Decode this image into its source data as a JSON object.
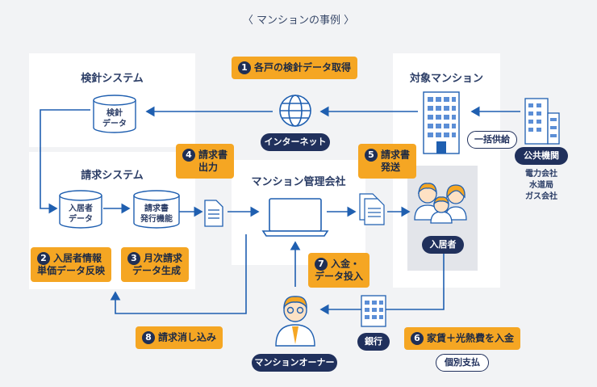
{
  "page_title": "〈 マンションの事例 〉",
  "systems": {
    "kenshin": {
      "title": "検針システム",
      "db_line1": "検針",
      "db_line2": "データ"
    },
    "seikyu": {
      "title": "請求システム",
      "db1_line1": "入居者",
      "db1_line2": "データ",
      "db2_line1": "請求書",
      "db2_line2": "発行機能"
    },
    "kanri": {
      "title": "マンション管理会社"
    },
    "taisho": {
      "title": "対象マンション"
    }
  },
  "internet_label": "インターネット",
  "resident_label": "入居者",
  "owner_label": "マンションオーナー",
  "bank_label": "銀行",
  "public": {
    "label": "公共機関",
    "companies": [
      "電力会社",
      "水道局",
      "ガス会社"
    ],
    "supply_label": "一括供給"
  },
  "individual_payment": "個別支払",
  "steps": [
    {
      "num": "1",
      "lines": [
        "各戸の検針データ取得"
      ]
    },
    {
      "num": "2",
      "lines": [
        "入居者情報",
        "単価データ反映"
      ]
    },
    {
      "num": "3",
      "lines": [
        "月次請求",
        "データ生成"
      ]
    },
    {
      "num": "4",
      "lines": [
        "請求書",
        "出力"
      ]
    },
    {
      "num": "5",
      "lines": [
        "請求書",
        "発送"
      ]
    },
    {
      "num": "6",
      "lines": [
        "家賃＋光熱費を入金"
      ]
    },
    {
      "num": "7",
      "lines": [
        "入金・",
        "データ投入"
      ]
    },
    {
      "num": "8",
      "lines": [
        "請求消し込み"
      ]
    }
  ],
  "colors": {
    "accent": "#f5a623",
    "navy": "#20305c",
    "arrow": "#1f5fb0",
    "panel": "#ffffff",
    "bg": "#f2f3f5"
  }
}
